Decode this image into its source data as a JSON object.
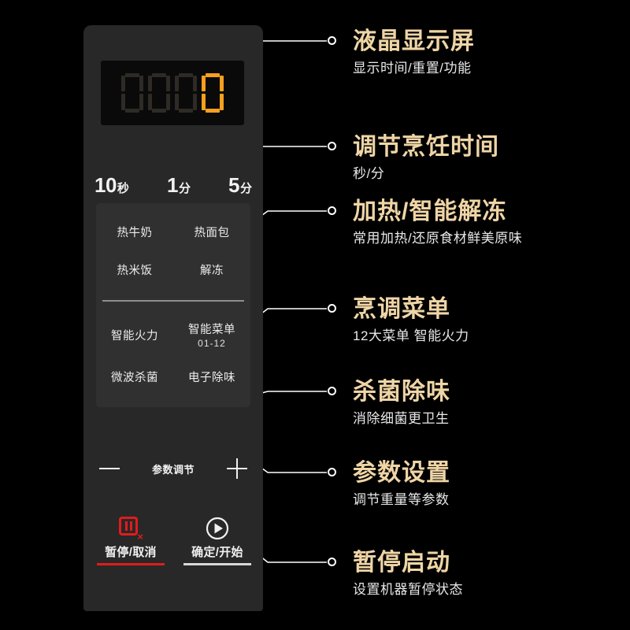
{
  "colors": {
    "background": "#000000",
    "panel": "#282828",
    "lcd_background": "#0a0a0a",
    "lcd_lit_segment": "#F5A01E",
    "lcd_dim_segment": "#2e2a26",
    "callout_title": "#EFD5A6",
    "callout_sub": "#e8e8e8",
    "accent_red": "#E21B1B",
    "text_white": "#f0f0f0"
  },
  "panel": {
    "lcd": {
      "digits": [
        {
          "value": "0",
          "lit": false
        },
        {
          "value": "0",
          "lit": false
        },
        {
          "value": "0",
          "lit": false
        },
        {
          "value": "0",
          "lit": true
        }
      ]
    },
    "time_buttons": [
      {
        "number": "10",
        "unit": "秒"
      },
      {
        "number": "1",
        "unit": "分"
      },
      {
        "number": "5",
        "unit": "分"
      }
    ],
    "function_buttons_top": [
      {
        "label": "热牛奶",
        "sub": ""
      },
      {
        "label": "热面包",
        "sub": ""
      },
      {
        "label": "热米饭",
        "sub": ""
      },
      {
        "label": "解冻",
        "sub": ""
      }
    ],
    "function_buttons_bottom": [
      {
        "label": "智能火力",
        "sub": ""
      },
      {
        "label": "智能菜单",
        "sub": "01-12"
      },
      {
        "label": "微波杀菌",
        "sub": ""
      },
      {
        "label": "电子除味",
        "sub": ""
      }
    ],
    "param_row": {
      "minus_label": "−",
      "label": "参数调节",
      "plus_label": "+"
    },
    "action_buttons": [
      {
        "label": "暂停/取消",
        "icon": "pause-cancel-icon"
      },
      {
        "label": "确定/开始",
        "icon": "play-start-icon"
      }
    ]
  },
  "callouts": [
    {
      "title": "液晶显示屏",
      "sub": "显示时间/重置/功能"
    },
    {
      "title": "调节烹饪时间",
      "sub": "秒/分"
    },
    {
      "title": "加热/智能解冻",
      "sub": "常用加热/还原食材鲜美原味"
    },
    {
      "title": "烹调菜单",
      "sub": "12大菜单 智能火力"
    },
    {
      "title": "杀菌除味",
      "sub": "消除细菌更卫生"
    },
    {
      "title": "参数设置",
      "sub": "调节重量等参数"
    },
    {
      "title": "暂停启动",
      "sub": "设置机器暂停状态"
    }
  ]
}
